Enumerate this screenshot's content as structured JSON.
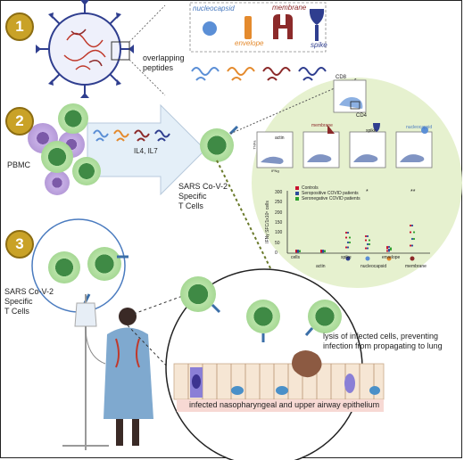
{
  "steps": [
    "1",
    "2",
    "3"
  ],
  "panel1": {
    "overlapping_peptides": "overlapping\npeptides",
    "nucleocapsid": "nucleocapsid",
    "envelope": "envelope",
    "membrane": "membrane",
    "spike": "spike"
  },
  "panel2": {
    "pbmc": "PBMC",
    "cytokines": "IL4, IL7",
    "tcell_label": "SARS Co-V-2\nSpecific\nT Cells",
    "cd8": "CD8",
    "cd4": "CD4",
    "actin": "actin",
    "membrane": "membrane",
    "spike": "spike",
    "nucleocapsid": "nucleocapsid",
    "tnf_axis": "TNFa",
    "ifn_axis": "IFNg"
  },
  "chart_data": {
    "type": "scatter",
    "ylabel": "IFNγ SFC/1x10⁵ cells",
    "yticks": [
      "0",
      "50",
      "100",
      "150",
      "200",
      "250",
      "300"
    ],
    "categories": [
      "cells",
      "actin",
      "spike",
      "nucleocapsid",
      "envelope",
      "membrane"
    ],
    "legend": [
      "Controls",
      "Seropositive COVID patients",
      "Seronegative COVID patients"
    ],
    "annotations": [
      "*",
      "**"
    ],
    "colors": {
      "controls": "#c8102e",
      "seropositive": "#2b4c9b",
      "seronegative": "#2ca02c"
    }
  },
  "panel3": {
    "tcell_label": "SARS Co-V-2\nSpecific\nT Cells",
    "lysis": "lysis of infected cells, preventing\ninfection from propagating to lung",
    "epithelium": "infected nasopharyngeal and upper airway epithelium"
  },
  "colors": {
    "step_badge": "#c9a227",
    "tcell_outer": "#b9e3a8",
    "tcell_inner": "#3f8a45",
    "panel_bg": "#e6f1cf",
    "arrow_fill": "#e4eff8",
    "pbmc_purple": "#b59ad8",
    "virus_blue": "#2f3e8f"
  }
}
